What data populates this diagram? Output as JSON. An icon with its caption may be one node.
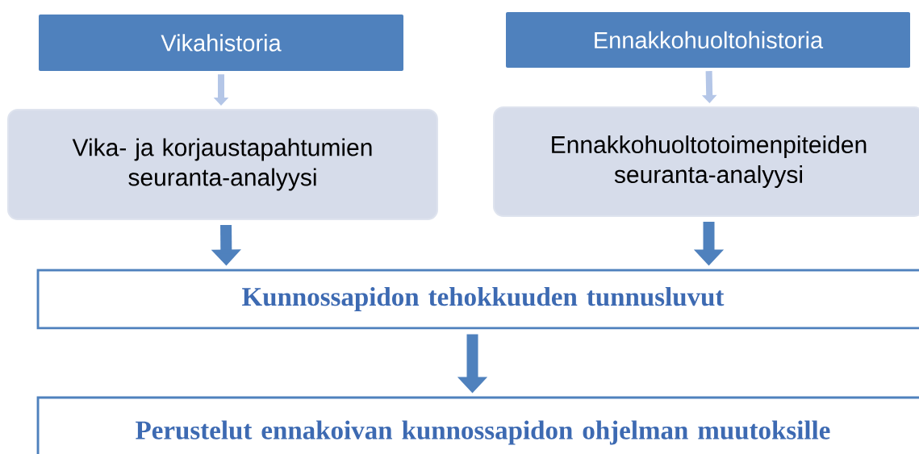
{
  "diagram": {
    "nodes": [
      {
        "text": [
          "Vikahistoria"
        ]
      },
      {
        "text": [
          "Ennakkohuoltohistoria"
        ]
      },
      {
        "text": [
          "Vika- ja korjaustapahtumien seuranta-analyysi"
        ]
      },
      {
        "text": [
          "Ennakkohuoltotoimenpiteiden seuranta-analyysi"
        ]
      },
      {
        "text": [
          "Kunnossapidon tehokkuuden tunnusluvut"
        ]
      },
      {
        "text": [
          "Perustelut ennakoivan kunnossapidon ohjelman muutoksille"
        ]
      }
    ],
    "edges": [
      {
        "from": 0,
        "to": 2,
        "arrow": "to",
        "color": "#b4c6e7"
      },
      {
        "from": 1,
        "to": 3,
        "arrow": "to",
        "color": "#b4c6e7"
      },
      {
        "from": 2,
        "to": 4,
        "arrow": "to"
      },
      {
        "from": 3,
        "to": 4,
        "arrow": "to"
      },
      {
        "from": 4,
        "to": 5,
        "arrow": "to"
      }
    ]
  }
}
